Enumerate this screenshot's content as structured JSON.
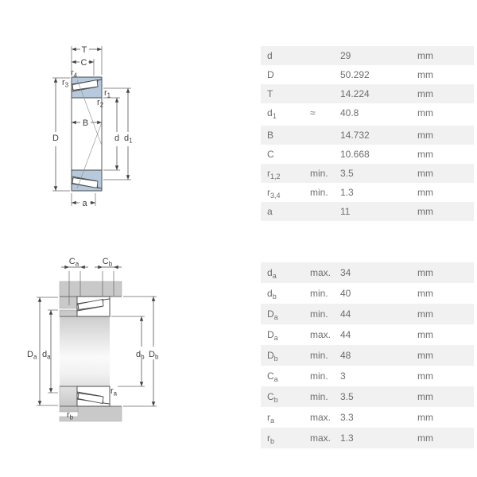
{
  "colors": {
    "bearing_blue": "#b7c9dd",
    "housing_gray": "#c9c9c9",
    "row_gray": "#f1f1f1",
    "table_text": "#6e6e6e",
    "line": "#4a4a4a"
  },
  "diagram1": {
    "labels": {
      "T": "T",
      "C": "C",
      "B": "B",
      "D": "D",
      "d": "d",
      "a": "a",
      "d1": {
        "base": "d",
        "sub": "1"
      },
      "r1": {
        "base": "r",
        "sub": "1"
      },
      "r2": {
        "base": "r",
        "sub": "2"
      },
      "r3": {
        "base": "r",
        "sub": "3"
      },
      "r4": {
        "base": "r",
        "sub": "4"
      }
    }
  },
  "diagram2": {
    "labels": {
      "Ca": {
        "base": "C",
        "sub": "a"
      },
      "Cb": {
        "base": "C",
        "sub": "b"
      },
      "Da": {
        "base": "D",
        "sub": "a"
      },
      "da": {
        "base": "d",
        "sub": "a"
      },
      "db": {
        "base": "d",
        "sub": "b"
      },
      "Db": {
        "base": "D",
        "sub": "b"
      },
      "ra": {
        "base": "r",
        "sub": "a"
      },
      "rb": {
        "base": "r",
        "sub": "b"
      }
    }
  },
  "table1": {
    "rows": [
      {
        "sym": "d",
        "sub": "",
        "qual": "",
        "val": "29",
        "unit": "mm"
      },
      {
        "sym": "D",
        "sub": "",
        "qual": "",
        "val": "50.292",
        "unit": "mm"
      },
      {
        "sym": "T",
        "sub": "",
        "qual": "",
        "val": "14.224",
        "unit": "mm"
      },
      {
        "sym": "d",
        "sub": "1",
        "qual": "≈",
        "val": "40.8",
        "unit": "mm"
      },
      {
        "sym": "B",
        "sub": "",
        "qual": "",
        "val": "14.732",
        "unit": "mm"
      },
      {
        "sym": "C",
        "sub": "",
        "qual": "",
        "val": "10.668",
        "unit": "mm"
      },
      {
        "sym": "r",
        "sub": "1,2",
        "qual": "min.",
        "val": "3.5",
        "unit": "mm"
      },
      {
        "sym": "r",
        "sub": "3,4",
        "qual": "min.",
        "val": "1.3",
        "unit": "mm"
      },
      {
        "sym": "a",
        "sub": "",
        "qual": "",
        "val": "11",
        "unit": "mm"
      }
    ]
  },
  "table2": {
    "rows": [
      {
        "sym": "d",
        "sub": "a",
        "qual": "max.",
        "val": "34",
        "unit": "mm"
      },
      {
        "sym": "d",
        "sub": "b",
        "qual": "min.",
        "val": "40",
        "unit": "mm"
      },
      {
        "sym": "D",
        "sub": "a",
        "qual": "min.",
        "val": "44",
        "unit": "mm"
      },
      {
        "sym": "D",
        "sub": "a",
        "qual": "max.",
        "val": "44",
        "unit": "mm"
      },
      {
        "sym": "D",
        "sub": "b",
        "qual": "min.",
        "val": "48",
        "unit": "mm"
      },
      {
        "sym": "C",
        "sub": "a",
        "qual": "min.",
        "val": "3",
        "unit": "mm"
      },
      {
        "sym": "C",
        "sub": "b",
        "qual": "min.",
        "val": "3.5",
        "unit": "mm"
      },
      {
        "sym": "r",
        "sub": "a",
        "qual": "max.",
        "val": "3.3",
        "unit": "mm"
      },
      {
        "sym": "r",
        "sub": "b",
        "qual": "max.",
        "val": "1.3",
        "unit": "mm"
      }
    ]
  }
}
